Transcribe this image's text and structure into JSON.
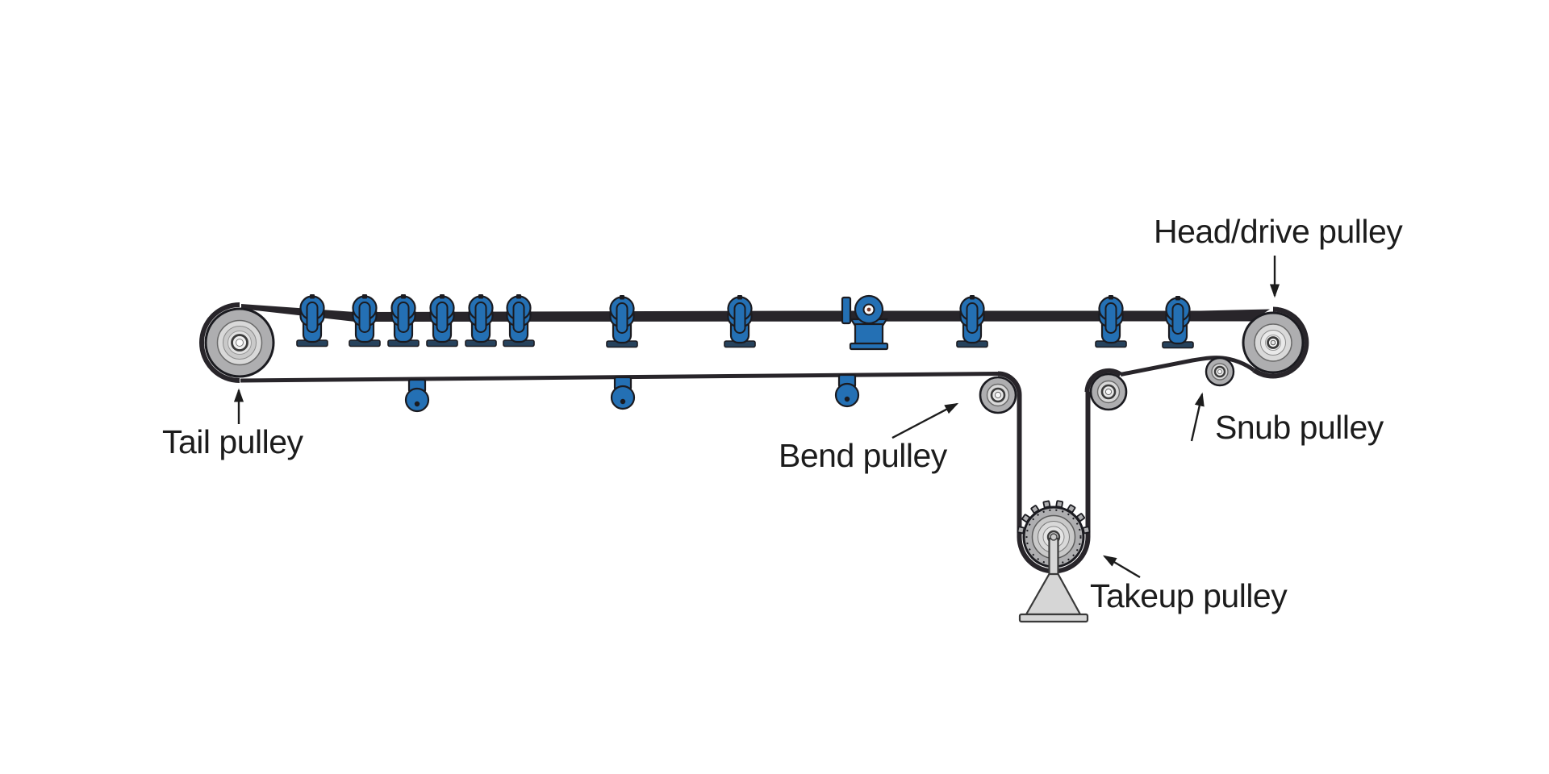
{
  "diagram": {
    "type": "conveyor-belt-pulley-diagram",
    "labels": {
      "head_drive": "Head/drive pulley",
      "tail": "Tail pulley",
      "bend": "Bend pulley",
      "snub": "Snub pulley",
      "takeup": "Takeup pulley"
    },
    "colors": {
      "background": "#ffffff",
      "idler-blue": "#2470b4",
      "idler-foot": "#26425c",
      "belt-dark": "#28252a",
      "outline-dark": "#1b1b20",
      "pulley-gray": "#aeaeb0",
      "pulley-mid": "#c9c9c9",
      "pulley-light": "#d9d9d9",
      "pulley-lighter": "#e9e9e9",
      "stand-gray": "#d6d6d6",
      "label-text": "#1c1c1c",
      "hub-dot": "#7a3b2e"
    }
  }
}
